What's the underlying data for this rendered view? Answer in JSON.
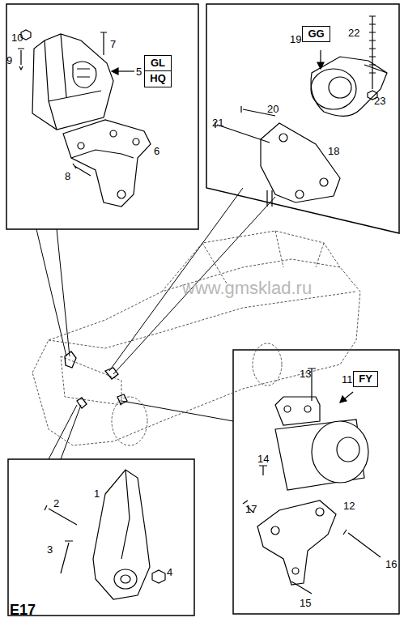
{
  "diagram": {
    "nodes": [
      {
        "text": [
          "GL",
          "HQ"
        ]
      },
      {
        "text": [
          "GG"
        ]
      },
      {
        "text": [
          "FY"
        ]
      }
    ],
    "labels": [
      "10",
      "7",
      "9",
      "5",
      "6",
      "8",
      "22",
      "19",
      "20",
      "21",
      "18",
      "23",
      "www.gmsklad.ru",
      "13",
      "11",
      "14",
      "17",
      "12",
      "16",
      "15",
      "1",
      "2",
      "3",
      "4",
      "E17"
    ]
  }
}
